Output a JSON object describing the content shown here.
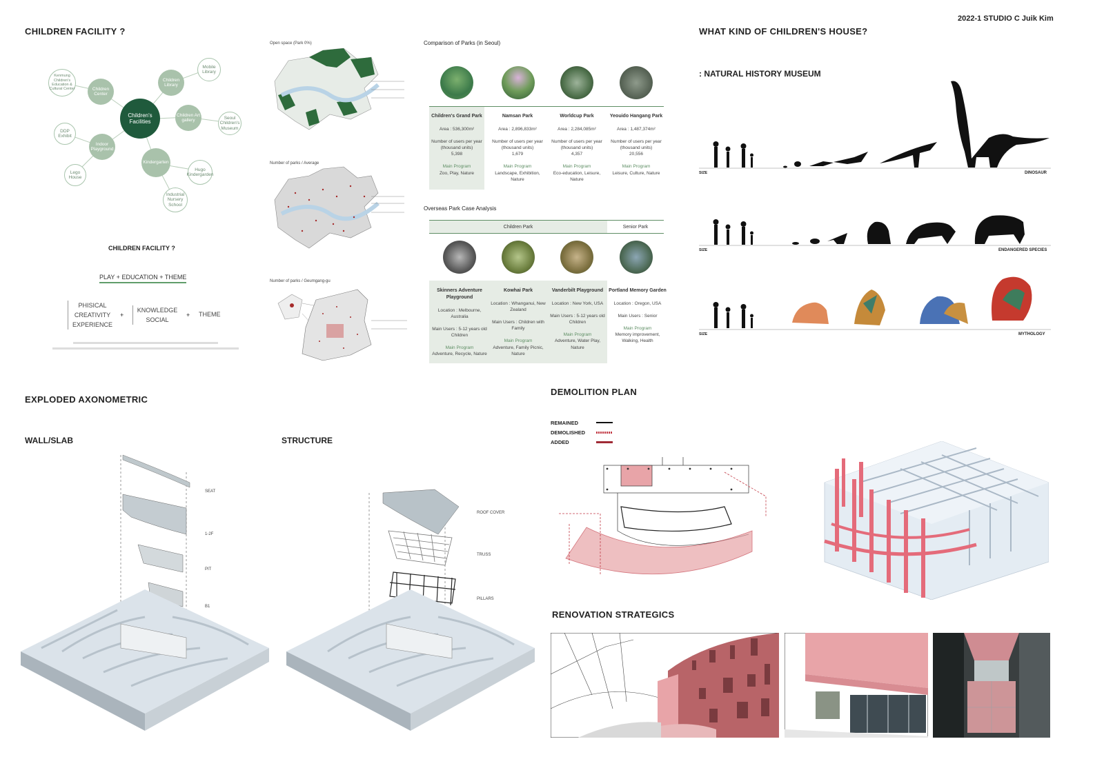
{
  "header": {
    "studio": "2022-1  STUDIO C  Juik Kim"
  },
  "facility": {
    "title": "CHILDREN FACILITY ?",
    "center": "Children's Facilities",
    "nodes": [
      "Children Center",
      "Children Library",
      "Children Art gallery",
      "Indoor Playground",
      "Kindergarten"
    ],
    "outer": [
      "Kenmung Children's Education & Cultural Center",
      "Mobile Library",
      "Seoul Children's Museum",
      "DDP Exhibit",
      "Lego House",
      "Hugo Kindergarden",
      "Industrial Nursery School"
    ],
    "subtitle": "CHILDREN FACILITY ?",
    "formula": "PLAY + EDUCATION + THEME",
    "list1": [
      "PHISICAL",
      "CREATIVITY",
      "EXPERIENCE"
    ],
    "plus": "+",
    "list2": [
      "KNOWLEDGE",
      "SOCIAL"
    ],
    "theme": "THEME"
  },
  "maps": {
    "m1": "Open space (Park 0%)",
    "m2": "Number of parks / Average",
    "m3": "Number of parks / Geumgang-gu"
  },
  "parks": {
    "title": "Comparison of Parks (in Seoul)",
    "cols": [
      {
        "name": "Children's Grand Park",
        "area": "Area : 536,300m²",
        "use": "Number of users per year (thousand units)",
        "num": "5,398",
        "prog": "Main Program",
        "progv": "Zoo, Play, Nature"
      },
      {
        "name": "Namsan Park",
        "area": "Area : 2,896,833m²",
        "use": "Number of users per year (thousand units)",
        "num": "1,679",
        "prog": "Main Program",
        "progv": "Landscape, Exhibition, Nature"
      },
      {
        "name": "Worldcup Park",
        "area": "Area : 2,284,085m²",
        "use": "Number of users per year (thousand units)",
        "num": "4,357",
        "prog": "Main Program",
        "progv": "Eco-education, Leisure, Nature"
      },
      {
        "name": "Yeouido Hangang Park",
        "area": "Area : 1,487,374m²",
        "use": "Number of users per year (thousand units)",
        "num": "20,556",
        "prog": "Main Program",
        "progv": "Leisure, Culture, Nature"
      }
    ]
  },
  "overseas": {
    "title": "Overseas Park Case Analysis",
    "children": "Children Park",
    "senior": "Senior Park",
    "cols": [
      {
        "name": "Skinners Adventure Playground",
        "loc": "Location : Melbourne, Australia",
        "users": "Main Users : 5-12 years old Children",
        "prog": "Main Program",
        "progv": "Adventure, Recycle, Nature"
      },
      {
        "name": "Kowhai Park",
        "loc": "Location : Whanganui, New Zealand",
        "users": "Main Users : Children with Family",
        "prog": "Main Program",
        "progv": "Adventure, Family Picnic, Nature"
      },
      {
        "name": "Vanderbilt Playground",
        "loc": "Location : New York, USA",
        "users": "Main Users : 5-12 years old Children",
        "prog": "Main Program",
        "progv": "Adventure, Water Play, Nature"
      },
      {
        "name": "Portland Memory Garden",
        "loc": "Location : Oregon, USA",
        "users": "Main Users : Senior",
        "prog": "Main Program",
        "progv": "Memory improvement, Walking, Health"
      }
    ]
  },
  "house": {
    "title": "WHAT KIND OF CHILDREN'S HOUSE?",
    "sub": ": NATURAL HISTORY MUSEUM",
    "rows": [
      {
        "left": "SIZE",
        "right": "DINOSAUR"
      },
      {
        "left": "SIZE",
        "right": "ENDANGERED SPECIES"
      },
      {
        "left": "SIZE",
        "right": "MYTHOLOGY"
      }
    ]
  },
  "axo": {
    "title": "EXPLODED AXONOMETRIC",
    "wall": "WALL/SLAB",
    "structure": "STRUCTURE",
    "wall_labels": [
      "SEAT",
      "1-2F",
      "PIT",
      "B1"
    ],
    "struct_labels": [
      "ROOF COVER",
      "TRUSS",
      "PILLARS"
    ]
  },
  "demolition": {
    "title": "DEMOLITION PLAN",
    "legend": [
      "REMAINED",
      "DEMOLISHED",
      "ADDED"
    ]
  },
  "renovation": {
    "title": "RENOVATION STRATEGICS"
  },
  "colors": {
    "green": "#1f5a3c",
    "lightgreen": "#a9c2ab",
    "panel": "#e6ece5",
    "red": "#c23a45",
    "pink": "#e8a4a8"
  }
}
